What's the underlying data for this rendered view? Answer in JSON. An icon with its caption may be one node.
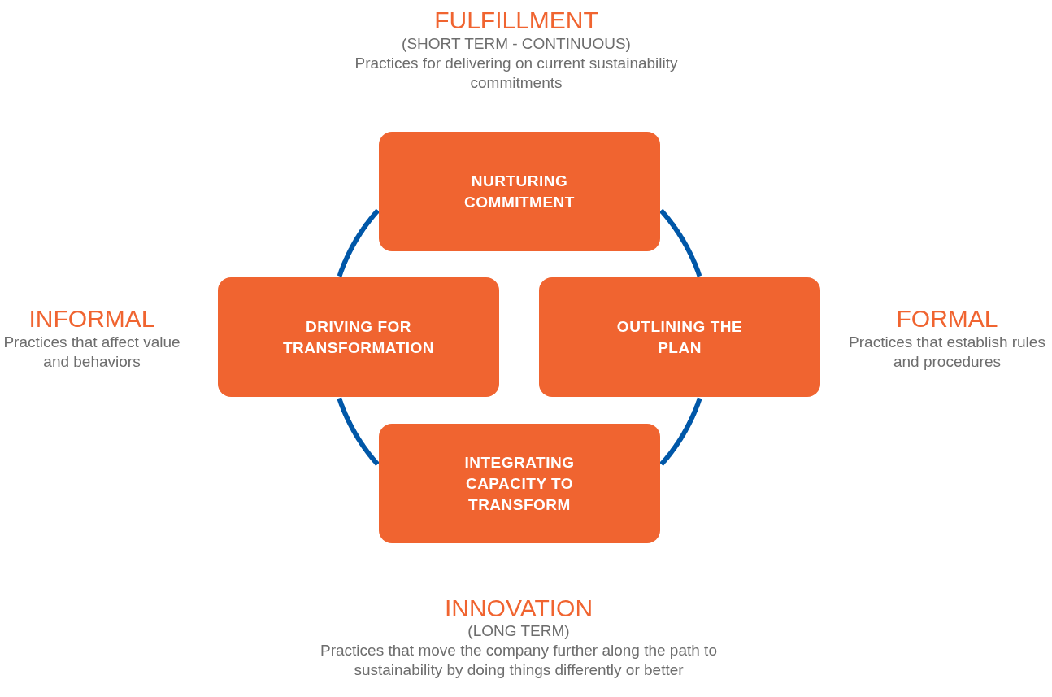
{
  "diagram": {
    "nodes": [
      {
        "text": [
          "NURTURING COMMITMENT"
        ]
      },
      {
        "text": [
          "DRIVING FOR TRANSFORMATION"
        ]
      },
      {
        "text": [
          "OUTLINING THE PLAN"
        ]
      },
      {
        "text": [
          "INTEGRATING CAPACITY TO TRANSFORM"
        ]
      }
    ],
    "edges": [
      {
        "from": 0,
        "to": 2,
        "arrow": "none"
      },
      {
        "from": 2,
        "to": 3,
        "arrow": "none"
      },
      {
        "from": 3,
        "to": 1,
        "arrow": "none"
      },
      {
        "from": 1,
        "to": 0,
        "arrow": "none"
      }
    ],
    "labels": [
      "FULFILLMENT",
      "(SHORT TERM - CONTINUOUS)",
      "Practices for delivering on current sustainability commitments",
      "INFORMAL",
      "Practices that affect value and behaviors",
      "FORMAL",
      "Practices that establish rules and procedures",
      "INNOVATION",
      "(LONG TERM)",
      "Practices that move the company further along the path to sustainability by doing things differently or better"
    ]
  }
}
